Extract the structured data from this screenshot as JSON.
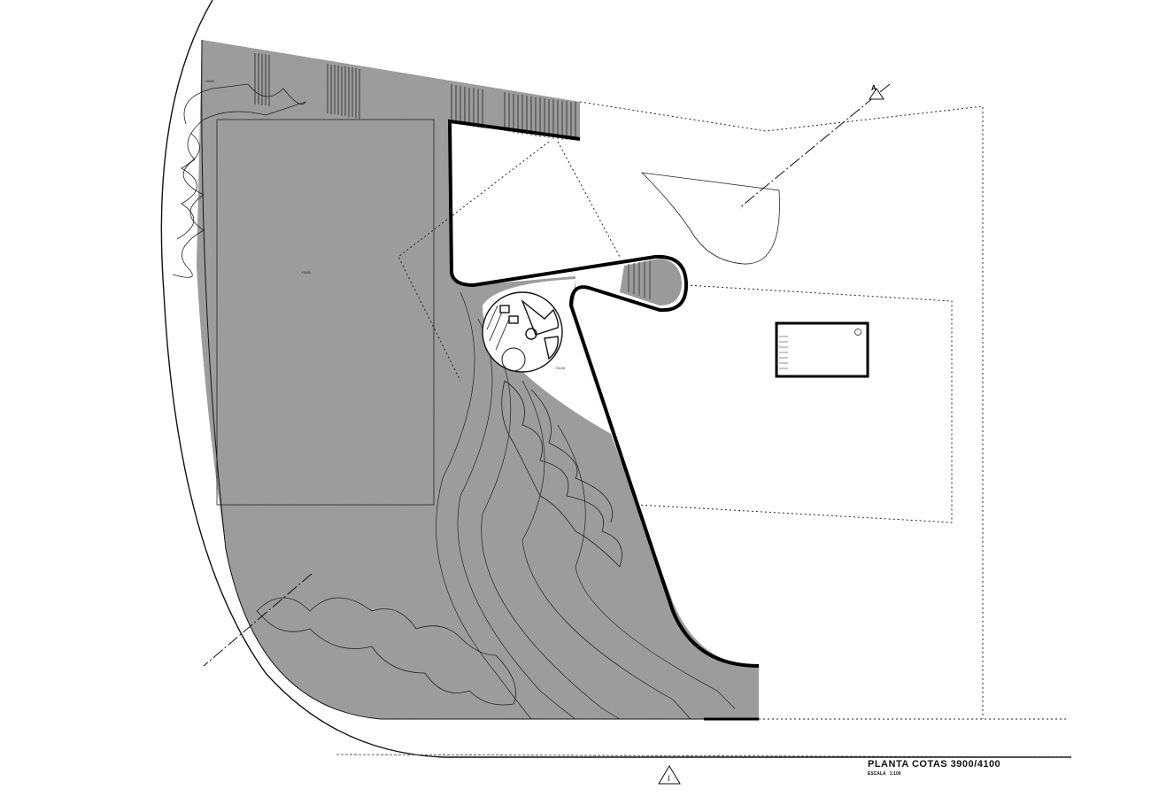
{
  "drawing": {
    "title": "PLANTA COTAS 3900/4100",
    "scale_label": "ESCALA",
    "scale_value": "1:100",
    "section_marker": "A",
    "north_marker": "I",
    "level_marks": [
      "+3900",
      "+3900",
      "+4100"
    ],
    "colors": {
      "terrain_fill": "#8a8a8a",
      "line": "#111111",
      "paper": "#ffffff"
    }
  }
}
